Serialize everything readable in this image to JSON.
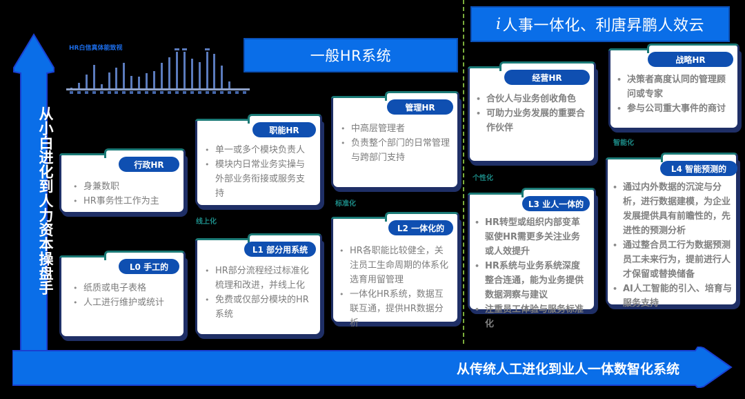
{
  "axes": {
    "vertical_label": "从小白进化到人力资本操盘手",
    "horizontal_label": "从传统人工进化到业人一体数智化系统"
  },
  "banners": {
    "general_hr_system": "一般HR系统",
    "cloud_prefix": "i",
    "cloud_title": "人事一体化、利唐昇鹏人效云"
  },
  "mini_chart": {
    "title": "HR白信真体能致视",
    "bar_heights": [
      3,
      10,
      22,
      36,
      8,
      25,
      32,
      39,
      20,
      19,
      24,
      27,
      39,
      47,
      62,
      60,
      45,
      40,
      62,
      52,
      35,
      12,
      0,
      2
    ],
    "capped_bars": [
      14,
      15,
      18
    ]
  },
  "colors": {
    "arrow_blue": "#0a6ee8",
    "pill_blue": "#0f4fb1",
    "card_border": "#1f2f66",
    "card_accent": "#1b7a76",
    "divider_green": "#7cae3c",
    "stage_label_teal": "#1c8a86"
  },
  "cards": {
    "admin_hr": {
      "tag": "行政HR",
      "items": [
        "身兼数职",
        "HR事务性工作为主"
      ]
    },
    "l0": {
      "tag": "L0 手工的",
      "items": [
        "纸质或电子表格",
        "人工进行维护或统计"
      ]
    },
    "functional_hr": {
      "tag": "职能HR",
      "items": [
        "单一或多个模块负责人",
        "模块内日常业务实操与外部业务衔接或服务支持"
      ]
    },
    "l1": {
      "tag": "L1 部分用系统",
      "items": [
        "HR部分流程经过标准化梳理和改进，并线上化",
        "免费或仅部分模块的HR系统"
      ]
    },
    "management_hr": {
      "tag": "管理HR",
      "items": [
        "中高层管理者",
        "负责整个部门的日常管理与跨部门支持"
      ]
    },
    "l2": {
      "tag": "L2 一体化的",
      "items": [
        "HR各职能比较健全，关注员工生命周期的体系化选育用留管理",
        "一体化HR系统，数据互联互通，提供HR数据分析"
      ]
    },
    "business_hr": {
      "tag": "经营HR",
      "items": [
        "合伙人与业务创收角色",
        "可助力业务发展的重要合作伙伴"
      ]
    },
    "l3": {
      "tag": "L3 业人一体的",
      "items": [
        "HR转型或组织内部变革驱使HR需更多关注业务或人效提升",
        "HR系统与业务系统深度整合连通，能为业务提供数据洞察与建议",
        "注重员工体验与服务标准化"
      ]
    },
    "strategic_hr": {
      "tag": "战略HR",
      "items": [
        "决策者高度认同的管理顾问或专家",
        "参与公司重大事件的商讨"
      ]
    },
    "l4": {
      "tag": "L4 智能预测的",
      "items": [
        "通过内外数据的沉淀与分析，进行数据建模，为企业发展提供具有前瞻性的，先进性的预测分析",
        "通过整合员工行为数据预测员工未来行为，提前进行人才保留或替换储备",
        "AI人工智能的引入、培育与服务支持"
      ]
    }
  },
  "stage_labels": {
    "online": "线上化",
    "standardized": "标准化",
    "personalized": "个性化",
    "intelligent": "智能化"
  }
}
